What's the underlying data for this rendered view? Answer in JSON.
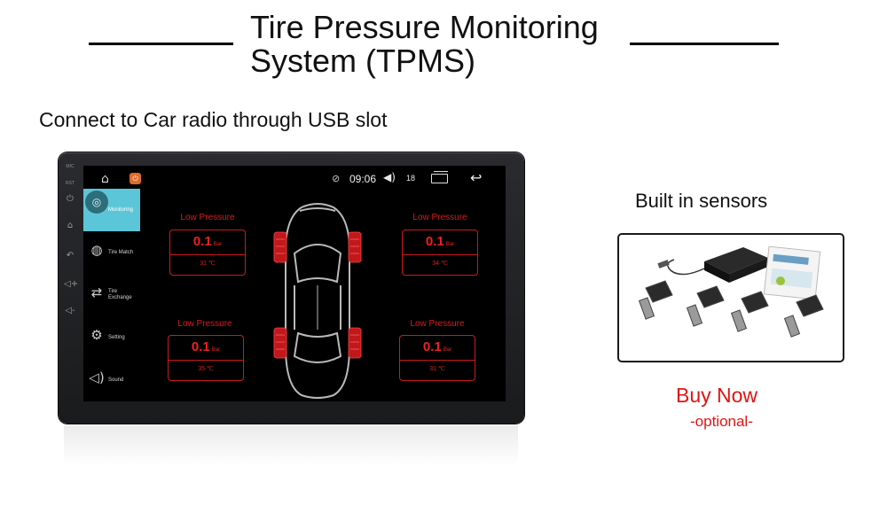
{
  "header": {
    "title_line1": "Tire Pressure Monitoring",
    "title_line2": "System (TPMS)",
    "subtitle": "Connect to Car radio through USB slot"
  },
  "device": {
    "side_labels": [
      "MIC",
      "RST"
    ],
    "status_bar": {
      "time": "09:06",
      "volume": "18",
      "icons": [
        "home-icon",
        "app-icon",
        "no-sim-icon",
        "volume-icon",
        "recent-apps-icon",
        "back-icon"
      ]
    },
    "sidebar": [
      {
        "label": "Monitoring",
        "icon": "tire-gauge-icon",
        "active": true
      },
      {
        "label": "Tire Match",
        "icon": "tire-icon",
        "active": false
      },
      {
        "label": "Tire Exchange",
        "icon": "tire-exchange-icon",
        "active": false
      },
      {
        "label": "Setting",
        "icon": "gear-icon",
        "active": false
      },
      {
        "label": "Sound",
        "icon": "speaker-icon",
        "active": false
      }
    ],
    "tires": {
      "front_left": {
        "status": "Low Pressure",
        "pressure": "0.1",
        "unit": "Bar",
        "temp": "31 ℃"
      },
      "front_right": {
        "status": "Low Pressure",
        "pressure": "0.1",
        "unit": "Bar",
        "temp": "34 ℃"
      },
      "rear_left": {
        "status": "Low Pressure",
        "pressure": "0.1",
        "unit": "Bar",
        "temp": "35 ℃"
      },
      "rear_right": {
        "status": "Low Pressure",
        "pressure": "0.1",
        "unit": "Bar",
        "temp": "31 ℃"
      }
    },
    "colors": {
      "alert": "#e01a1a",
      "active_nav": "#5cc6d9",
      "screen_bg": "#000000"
    }
  },
  "sensors": {
    "title": "Built in sensors",
    "buy_label": "Buy Now",
    "optional_label": "-optional-"
  }
}
